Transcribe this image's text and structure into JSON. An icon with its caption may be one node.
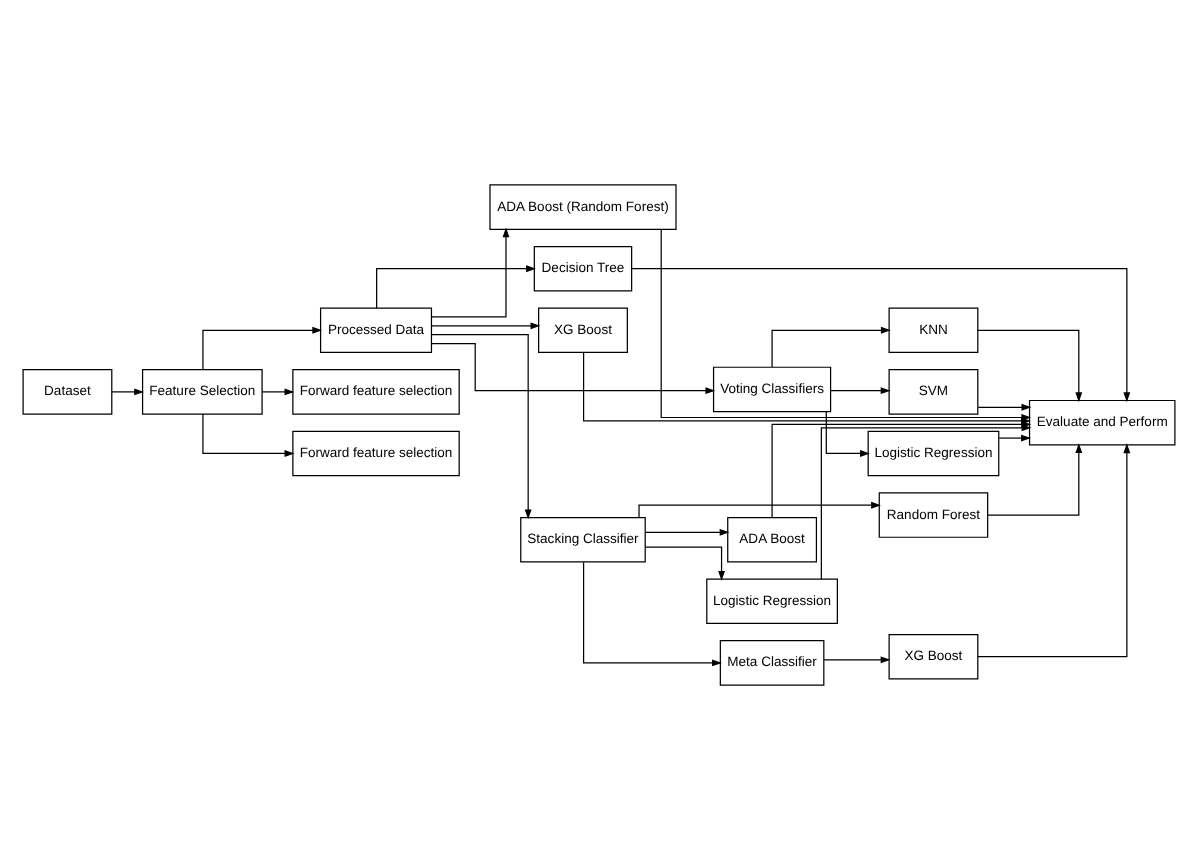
{
  "diagram": {
    "nodes": [
      {
        "text": [
          "Dataset"
        ]
      },
      {
        "text": [
          "Feature Selection"
        ]
      },
      {
        "text": [
          "Processed Data"
        ]
      },
      {
        "text": [
          "Forward feature selection"
        ]
      },
      {
        "text": [
          "Forward feature selection"
        ]
      },
      {
        "text": [
          "ADA Boost (Random Forest)"
        ]
      },
      {
        "text": [
          "Decision Tree"
        ]
      },
      {
        "text": [
          "XG Boost"
        ]
      },
      {
        "text": [
          "Voting Classifiers"
        ]
      },
      {
        "text": [
          "Stacking Classifier"
        ]
      },
      {
        "text": [
          "KNN"
        ]
      },
      {
        "text": [
          "SVM"
        ]
      },
      {
        "text": [
          "Logistic Regression"
        ]
      },
      {
        "text": [
          "Random Forest"
        ]
      },
      {
        "text": [
          "ADA Boost"
        ]
      },
      {
        "text": [
          "Logistic Regression"
        ]
      },
      {
        "text": [
          "Meta Classifier"
        ]
      },
      {
        "text": [
          "XG Boost"
        ]
      },
      {
        "text": [
          "Evaluate and Perform"
        ]
      }
    ],
    "edges": [
      {
        "from": 0,
        "to": 1,
        "arrow": "to"
      },
      {
        "from": 1,
        "to": 2,
        "arrow": "to"
      },
      {
        "from": 1,
        "to": 3,
        "arrow": "to"
      },
      {
        "from": 1,
        "to": 4,
        "arrow": "to"
      },
      {
        "from": 2,
        "to": 5,
        "arrow": "to"
      },
      {
        "from": 2,
        "to": 6,
        "arrow": "to"
      },
      {
        "from": 2,
        "to": 7,
        "arrow": "to"
      },
      {
        "from": 2,
        "to": 8,
        "arrow": "to"
      },
      {
        "from": 2,
        "to": 9,
        "arrow": "to"
      },
      {
        "from": 8,
        "to": 10,
        "arrow": "to"
      },
      {
        "from": 8,
        "to": 11,
        "arrow": "to"
      },
      {
        "from": 8,
        "to": 12,
        "arrow": "to"
      },
      {
        "from": 9,
        "to": 13,
        "arrow": "to"
      },
      {
        "from": 9,
        "to": 14,
        "arrow": "to"
      },
      {
        "from": 9,
        "to": 15,
        "arrow": "to"
      },
      {
        "from": 9,
        "to": 16,
        "arrow": "to"
      },
      {
        "from": 16,
        "to": 17,
        "arrow": "to"
      },
      {
        "from": 5,
        "to": 18,
        "arrow": "to"
      },
      {
        "from": 6,
        "to": 18,
        "arrow": "to"
      },
      {
        "from": 7,
        "to": 18,
        "arrow": "to"
      },
      {
        "from": 10,
        "to": 18,
        "arrow": "to"
      },
      {
        "from": 11,
        "to": 18,
        "arrow": "to"
      },
      {
        "from": 12,
        "to": 18,
        "arrow": "to"
      },
      {
        "from": 13,
        "to": 18,
        "arrow": "to"
      },
      {
        "from": 14,
        "to": 18,
        "arrow": "to"
      },
      {
        "from": 15,
        "to": 18,
        "arrow": "to"
      },
      {
        "from": 17,
        "to": 18,
        "arrow": "to"
      }
    ]
  }
}
